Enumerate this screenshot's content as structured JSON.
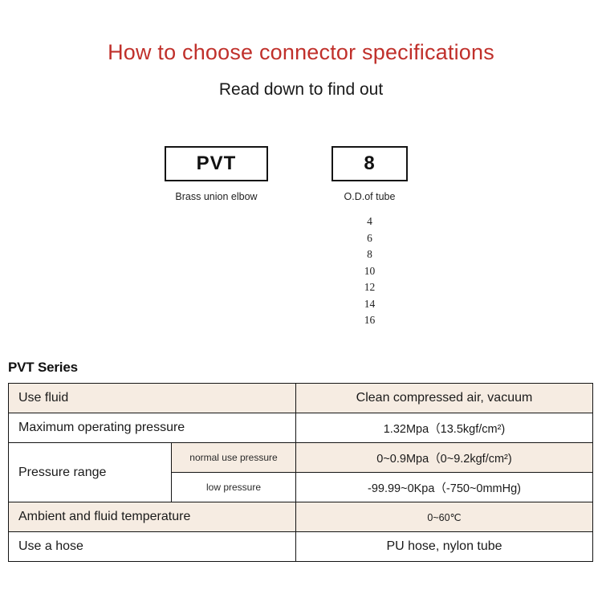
{
  "header": {
    "title": "How to choose connector specifications",
    "subtitle": "Read down to find out",
    "title_color": "#c0302b"
  },
  "selector": {
    "boxes": [
      {
        "code": "PVT",
        "caption": "Brass union elbow"
      },
      {
        "code": "8",
        "caption": "O.D.of tube"
      }
    ],
    "size_options": [
      "4",
      "6",
      "8",
      "10",
      "12",
      "14",
      "16"
    ]
  },
  "spec": {
    "heading": "PVT Series",
    "rows": [
      {
        "label": "Use fluid",
        "value": "Clean compressed air, vacuum",
        "shaded": true
      },
      {
        "label": "Maximum operating pressure",
        "value": "1.32Mpa（13.5kgf/cm²)",
        "shaded": false
      },
      {
        "label": "Pressure range",
        "sub": [
          {
            "sublabel": "normal use pressure",
            "value": "0~0.9Mpa（0~9.2kgf/cm²)",
            "shaded": true
          },
          {
            "sublabel": "low pressure",
            "value": "-99.99~0Kpa（-750~0mmHg)",
            "shaded": false
          }
        ]
      },
      {
        "label": "Ambient and fluid temperature",
        "value": "0~60℃",
        "shaded": true
      },
      {
        "label": "Use a hose",
        "value": "PU hose, nylon tube",
        "shaded": false
      }
    ]
  }
}
